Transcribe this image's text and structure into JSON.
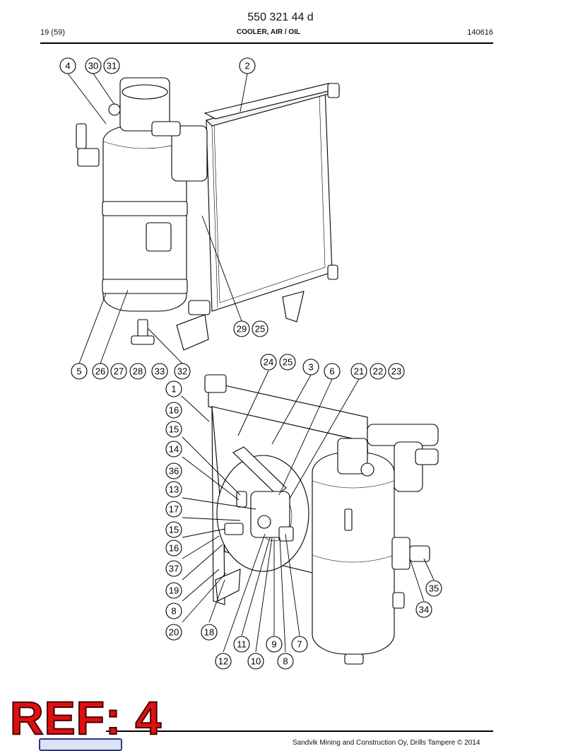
{
  "header": {
    "doc_number": "550 321 44 d",
    "page_count": "19 (59)",
    "title": "COOLER, AIR / OIL",
    "date": "140616"
  },
  "footer": {
    "stamp": "REF: 4",
    "copyright": "Sandvik Mining and Construction Oy, Drills Tampere © 2014"
  },
  "callouts": [
    "4",
    "30",
    "31",
    "2",
    "29",
    "25",
    "5",
    "26",
    "27",
    "28",
    "33",
    "32",
    "24",
    "25",
    "3",
    "6",
    "21",
    "22",
    "23",
    "1",
    "16",
    "15",
    "14",
    "36",
    "13",
    "17",
    "15",
    "16",
    "37",
    "19",
    "8",
    "20",
    "18",
    "11",
    "9",
    "7",
    "12",
    "10",
    "8",
    "35",
    "34"
  ]
}
